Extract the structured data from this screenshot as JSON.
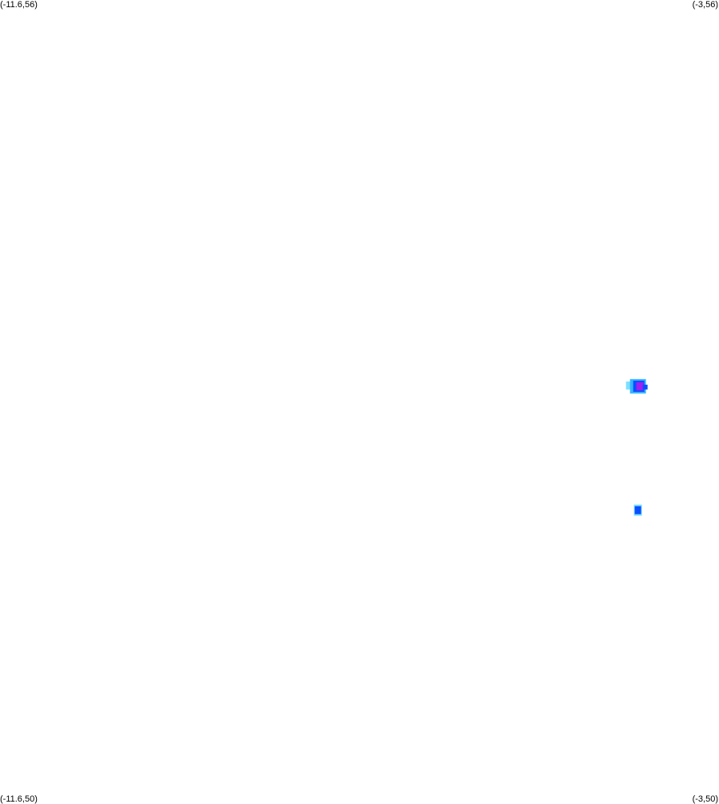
{
  "corners": {
    "top_left": "(-11.6,56)",
    "top_right": "(-3,56)",
    "bottom_left": "(-11.6,50)",
    "bottom_right": "(-3,50)"
  },
  "extent": {
    "lon_min": -11.6,
    "lon_max": -3,
    "lat_min": 50,
    "lat_max": 56
  },
  "colors": {
    "background": "#ffffff",
    "low": "#7fe0ff",
    "mid": "#33b5ff",
    "high": "#0a4fff",
    "peak": "#a020f0"
  },
  "hotspots": [
    {
      "lon": -3.95,
      "lat": 53.1,
      "intensity_level": "peak"
    },
    {
      "lon": -3.97,
      "lat": 52.17,
      "intensity_level": "high"
    }
  ]
}
